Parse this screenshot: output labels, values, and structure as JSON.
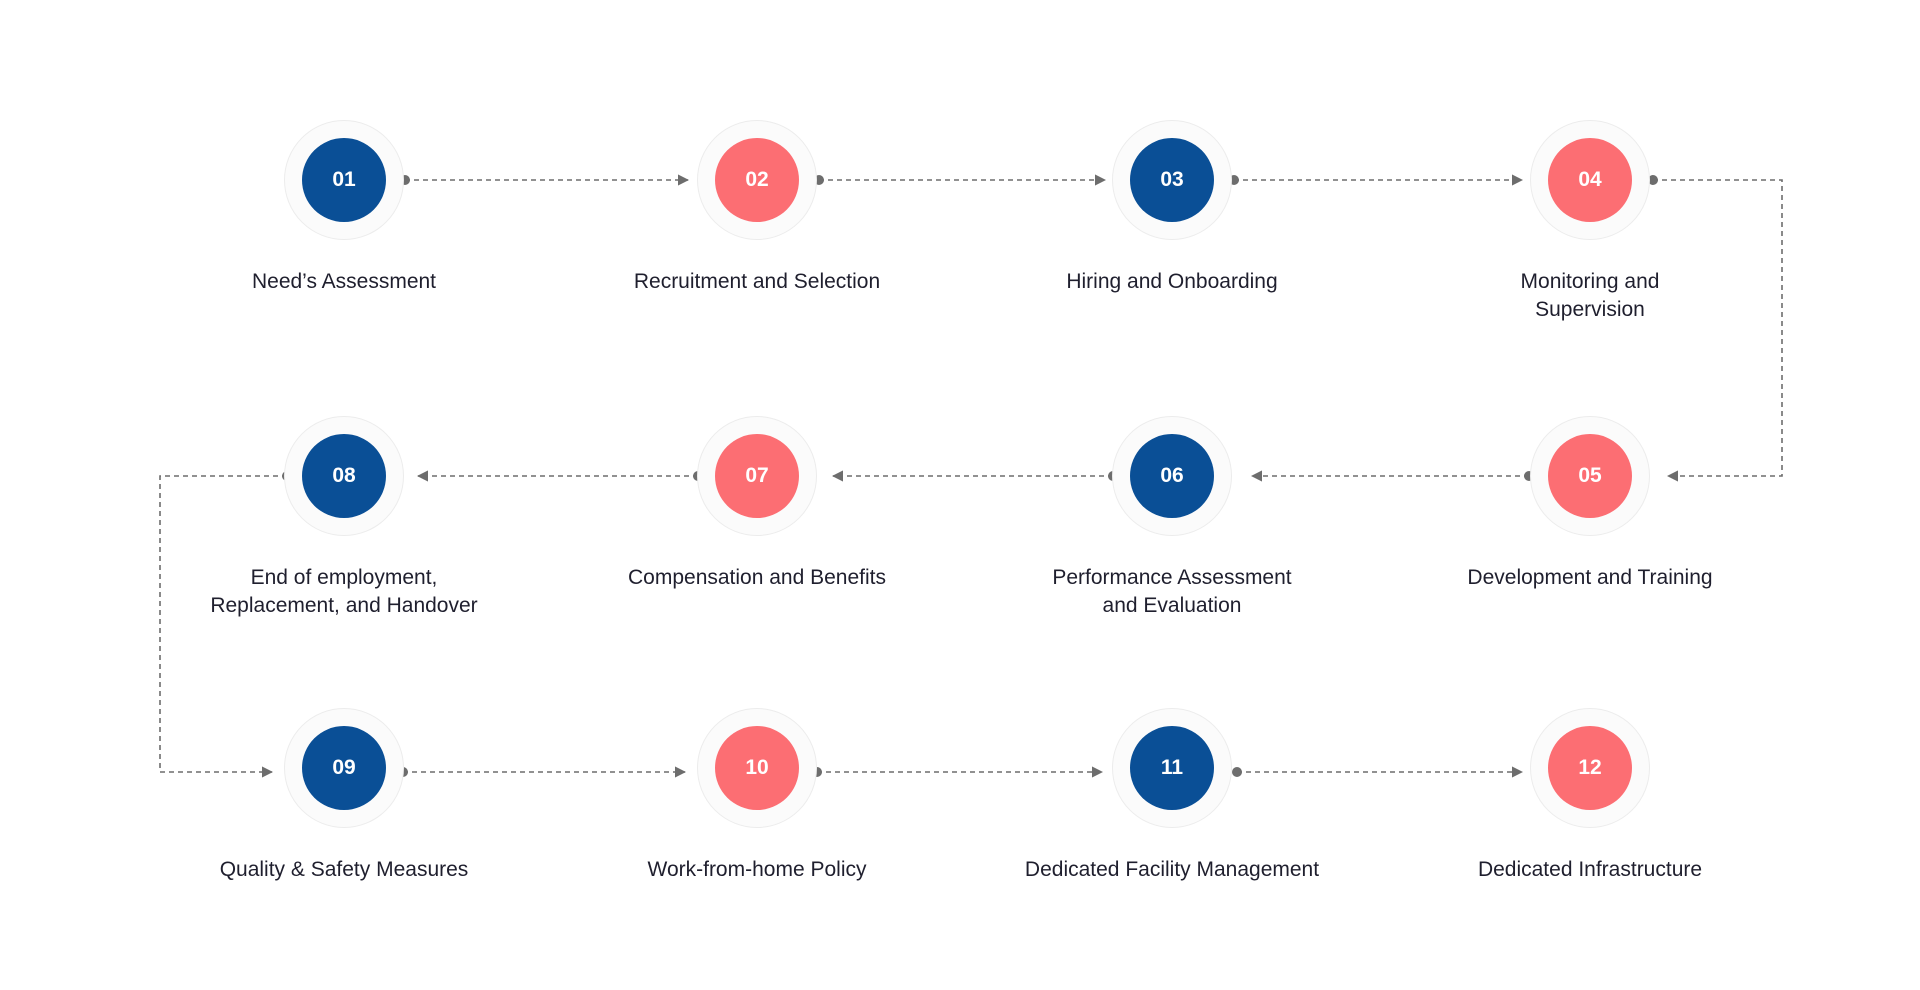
{
  "colors": {
    "blue": "#0a4f96",
    "coral": "#fc6e73",
    "connector": "#6d6d6d",
    "text": "#1f1f2e"
  },
  "steps": [
    {
      "num": "01",
      "label": "Need’s Assessment",
      "color": "blue"
    },
    {
      "num": "02",
      "label": "Recruitment and Selection",
      "color": "coral"
    },
    {
      "num": "03",
      "label": "Hiring and Onboarding",
      "color": "blue"
    },
    {
      "num": "04",
      "label": "Monitoring and\nSupervision",
      "color": "coral"
    },
    {
      "num": "05",
      "label": "Development and Training",
      "color": "coral"
    },
    {
      "num": "06",
      "label": "Performance Assessment\nand Evaluation",
      "color": "blue"
    },
    {
      "num": "07",
      "label": "Compensation and Benefits",
      "color": "coral"
    },
    {
      "num": "08",
      "label": "End of employment,\nReplacement, and Handover",
      "color": "blue"
    },
    {
      "num": "09",
      "label": "Quality & Safety Measures",
      "color": "blue"
    },
    {
      "num": "10",
      "label": "Work-from-home Policy",
      "color": "coral"
    },
    {
      "num": "11",
      "label": "Dedicated Facility Management",
      "color": "blue"
    },
    {
      "num": "12",
      "label": "Dedicated Infrastructure",
      "color": "coral"
    }
  ]
}
